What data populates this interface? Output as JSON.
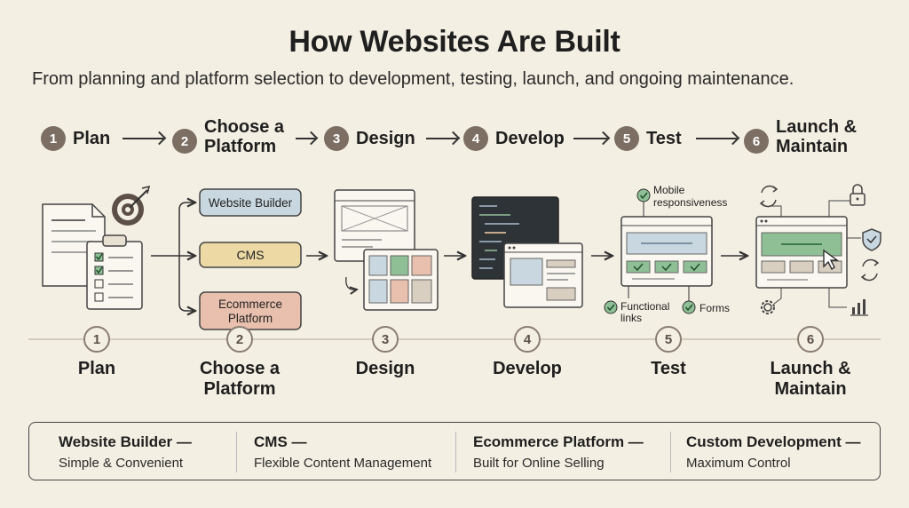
{
  "title": "How Websites Are Built",
  "subtitle": "From planning and platform selection to development, testing, launch, and ongoing maintenance.",
  "steps": [
    {
      "num": "1",
      "label": "Plan",
      "label_lines": [
        "Plan"
      ]
    },
    {
      "num": "2",
      "label": "Choose a Platform",
      "label_lines": [
        "Choose a",
        "Platform"
      ]
    },
    {
      "num": "3",
      "label": "Design",
      "label_lines": [
        "Design"
      ]
    },
    {
      "num": "4",
      "label": "Develop",
      "label_lines": [
        "Develop"
      ]
    },
    {
      "num": "5",
      "label": "Test",
      "label_lines": [
        "Test"
      ]
    },
    {
      "num": "6",
      "label": "Launch & Maintain",
      "label_lines": [
        "Launch &",
        "Maintain"
      ]
    }
  ],
  "platform_options": {
    "website_builder": "Website Builder",
    "cms": "CMS",
    "ecommerce": "Ecommerce Platform"
  },
  "test_callouts": {
    "mobile": "Mobile responsiveness",
    "links": "Functional links",
    "forms": "Forms"
  },
  "legend": [
    {
      "title": "Website Builder —",
      "desc": "Simple & Convenient"
    },
    {
      "title": "CMS —",
      "desc": "Flexible Content Management"
    },
    {
      "title": "Ecommerce Platform —",
      "desc": "Built for Online Selling"
    },
    {
      "title": "Custom Development —",
      "desc": "Maximum Control"
    }
  ],
  "colors": {
    "background": "#f4efe3",
    "builder_fill": "#c9d8e0",
    "cms_fill": "#ecd9a4",
    "ecommerce_fill": "#e8c0ad",
    "green_accent": "#8fbf95",
    "step_circle": "#7c6e63"
  },
  "icons": [
    "target-icon",
    "clipboard-icon",
    "document-icon",
    "code-editor-icon",
    "cursor-icon",
    "lock-icon",
    "shield-icon",
    "refresh-icon",
    "gear-icon",
    "bar-chart-icon",
    "checkmark-icon"
  ]
}
